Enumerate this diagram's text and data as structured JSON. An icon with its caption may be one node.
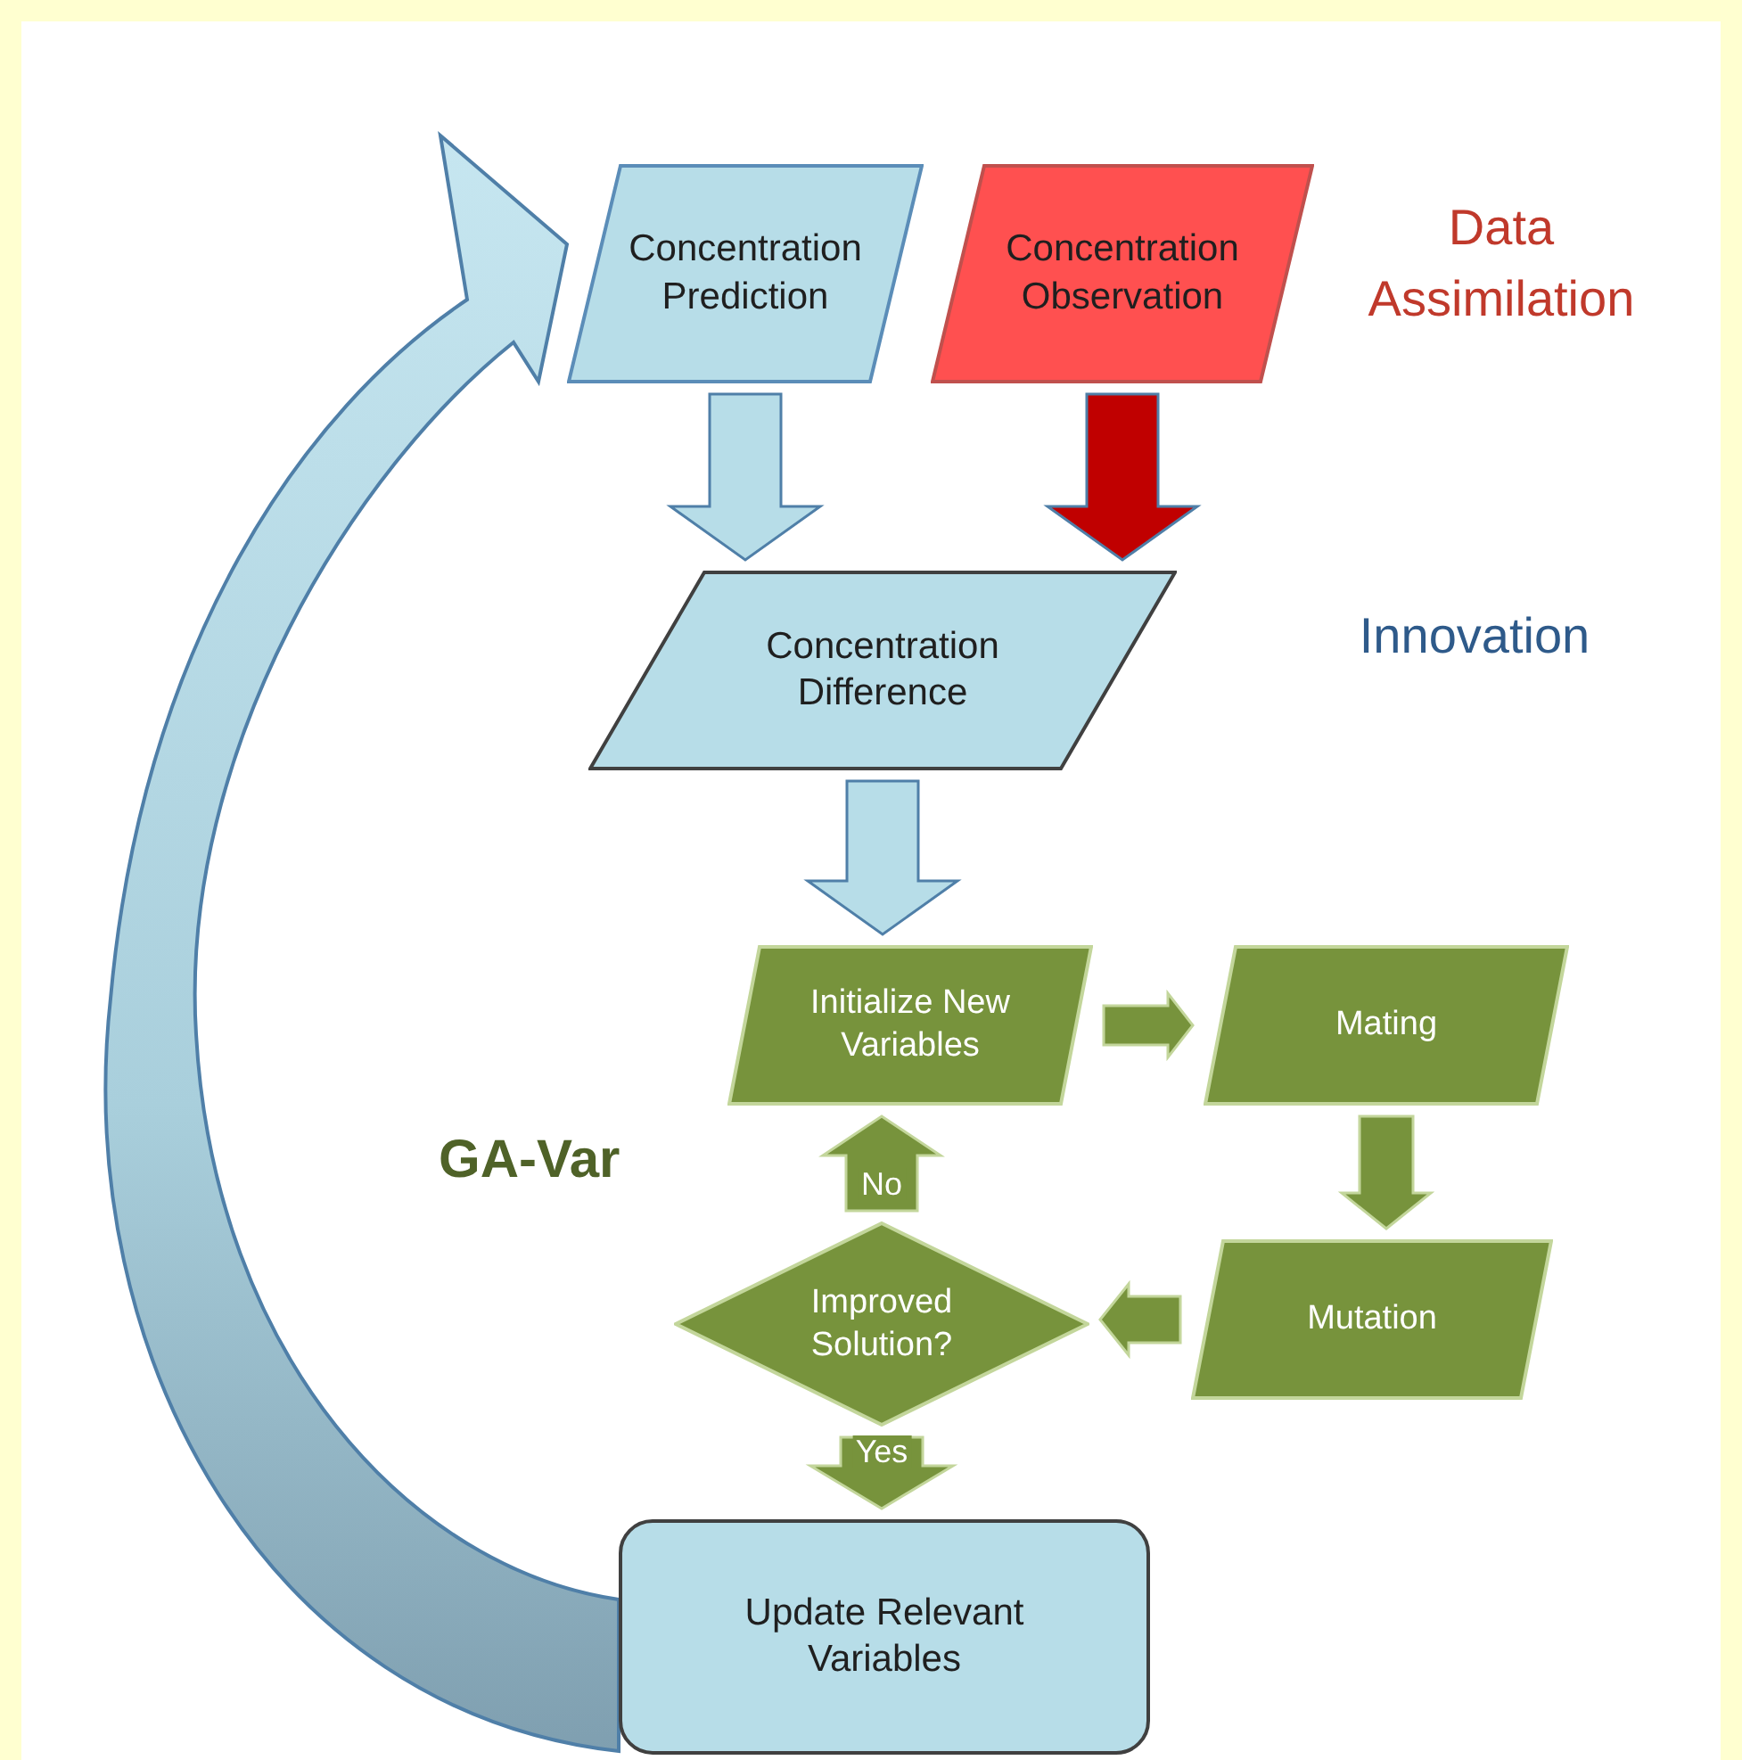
{
  "diagram": {
    "nodes": [
      {
        "text": [
          "Concentration Prediction"
        ]
      },
      {
        "text": [
          "Concentration Observation"
        ]
      },
      {
        "text": [
          "Concentration Difference"
        ]
      },
      {
        "text": [
          "Initialize New Variables"
        ]
      },
      {
        "text": [
          "Mating"
        ]
      },
      {
        "text": [
          "Mutation"
        ]
      },
      {
        "text": [
          "Improved Solution?"
        ]
      },
      {
        "text": [
          "Update Relevant Variables"
        ]
      }
    ],
    "edges": [
      {
        "from": 0,
        "to": 2,
        "arrow": "to",
        "color": "#b7dde8"
      },
      {
        "from": 1,
        "to": 2,
        "arrow": "to",
        "color": "#c00000"
      },
      {
        "from": 2,
        "to": 3,
        "arrow": "to",
        "color": "#b7dde8"
      },
      {
        "from": 3,
        "to": 4,
        "arrow": "to",
        "color": "#77933c"
      },
      {
        "from": 4,
        "to": 5,
        "arrow": "to",
        "color": "#77933c"
      },
      {
        "from": 5,
        "to": 6,
        "arrow": "to",
        "color": "#77933c"
      },
      {
        "from": 6,
        "to": 3,
        "label": "No",
        "arrow": "to",
        "color": "#77933c"
      },
      {
        "from": 6,
        "to": 7,
        "label": "Yes",
        "arrow": "to",
        "color": "#77933c"
      },
      {
        "from": 7,
        "to": 0,
        "arrow": "to",
        "color": "#b7dde8"
      }
    ],
    "labels": [
      "Data Assimilation",
      "Innovation",
      "GA-Var"
    ]
  }
}
